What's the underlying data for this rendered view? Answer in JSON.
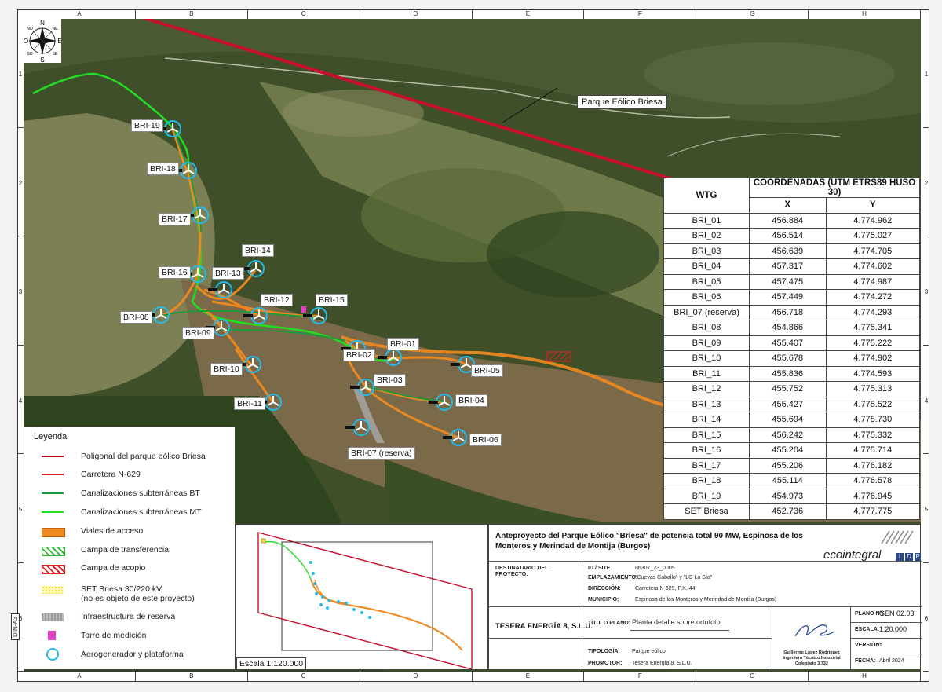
{
  "ruler": {
    "columns": [
      "A",
      "B",
      "C",
      "D",
      "E",
      "F",
      "G",
      "H"
    ],
    "rows": [
      "1",
      "2",
      "3",
      "4",
      "5",
      "6"
    ]
  },
  "sheet_format": "DIN-A3",
  "compass": {
    "north": "N",
    "south": "S",
    "east": "E",
    "west": "O",
    "ne": "NE",
    "no": "NO",
    "se": "SE",
    "so": "SO"
  },
  "map": {
    "park_label": "Parque Eólico Briesa",
    "turbines": [
      "BRI-19",
      "BRI-18",
      "BRI-17",
      "BRI-16",
      "BRI-13",
      "BRI-14",
      "BRI-12",
      "BRI-15",
      "BRI-08",
      "BRI-09",
      "BRI-02",
      "BRI-01",
      "BRI-05",
      "BRI-10",
      "BRI-03",
      "BRI-04",
      "BRI-11",
      "BRI-06",
      "BRI-07 (reserva)"
    ]
  },
  "table": {
    "col_wtg": "WTG",
    "col_coords": "COORDENADAS (UTM ETRS89 HUSO 30)",
    "col_x": "X",
    "col_y": "Y",
    "rows": [
      [
        "BRI_01",
        "456.884",
        "4.774.962"
      ],
      [
        "BRI_02",
        "456.514",
        "4.775.027"
      ],
      [
        "BRI_03",
        "456.639",
        "4.774.705"
      ],
      [
        "BRI_04",
        "457.317",
        "4.774.602"
      ],
      [
        "BRI_05",
        "457.475",
        "4.774.987"
      ],
      [
        "BRI_06",
        "457.449",
        "4.774.272"
      ],
      [
        "BRI_07 (reserva)",
        "456.718",
        "4.774.293"
      ],
      [
        "BRI_08",
        "454.866",
        "4.775.341"
      ],
      [
        "BRI_09",
        "455.407",
        "4.775.222"
      ],
      [
        "BRI_10",
        "455.678",
        "4.774.902"
      ],
      [
        "BRI_11",
        "455.836",
        "4.774.593"
      ],
      [
        "BRI_12",
        "455.752",
        "4.775.313"
      ],
      [
        "BRI_13",
        "455.427",
        "4.775.522"
      ],
      [
        "BRI_14",
        "455.694",
        "4.775.730"
      ],
      [
        "BRI_15",
        "456.242",
        "4.775.332"
      ],
      [
        "BRI_16",
        "455.204",
        "4.775.714"
      ],
      [
        "BRI_17",
        "455.206",
        "4.776.182"
      ],
      [
        "BRI_18",
        "455.114",
        "4.776.578"
      ],
      [
        "BRI_19",
        "454.973",
        "4.776.945"
      ],
      [
        "SET Briesa",
        "452.736",
        "4.777.775"
      ]
    ]
  },
  "legend": {
    "title": "Leyenda",
    "items": [
      {
        "label": "Poligonal del parque eólico Briesa",
        "color": "#c8102e",
        "kind": "line"
      },
      {
        "label": "Carretera N-629",
        "color": "#e02020",
        "kind": "line"
      },
      {
        "label": "Canalizaciones subterráneas BT",
        "color": "#1a9a3a",
        "kind": "line"
      },
      {
        "label": "Canalizaciones subterráneas MT",
        "color": "#22dd22",
        "kind": "line"
      },
      {
        "label": "Viales de acceso",
        "color": "#f08a20",
        "kind": "fill"
      },
      {
        "label": "Campa de transferencia",
        "color": "#33bb33",
        "kind": "hatch"
      },
      {
        "label": "Campa de acopio",
        "color": "#dd2222",
        "kind": "hatch"
      },
      {
        "label": "SET Briesa 30/220 kV",
        "label2": "(no es objeto de este proyecto)",
        "color": "#f0e040",
        "kind": "dots"
      },
      {
        "label": "Infraestructura de reserva",
        "color": "#999999",
        "kind": "grey"
      },
      {
        "label": "Torre de medición",
        "color": "#e040c0",
        "kind": "tower"
      },
      {
        "label": "Aerogenerador y plataforma",
        "color": "#22bbee",
        "kind": "turbine"
      }
    ]
  },
  "overview": {
    "scale": "Escala 1:120.000"
  },
  "title_block": {
    "title": "Anteproyecto del Parque Eólico \"Briesa\" de potencia total 90 MW, Espinosa de los Monteros y Merindad de Montija (Burgos)",
    "logo": "ecointegral",
    "logo_boxes": [
      "I",
      "D",
      "P"
    ],
    "destinatario_label": "DESTINATARIO DEL PROYECTO:",
    "destinatario": "TESERA ENERGÍA 8, S.L.U.",
    "id_label": "ID / SITE",
    "id_value": "86307_23_0005",
    "emplazamiento_label": "EMPLAZAMIENTO:",
    "emplazamiento": "\"Cuevas Caballo\" y \"LG La Sía\"",
    "direccion_label": "DIRECCIÓN:",
    "direccion": "Carretera N-629, P.K. 44",
    "municipio_label": "MUNICIPIO:",
    "municipio": "Espinosa de los Monteros y Merindad de Montija (Burgos)",
    "titulo_plano_label": "TÍTULO PLANO:",
    "titulo_plano": "Planta detalle sobre ortofoto",
    "tipologia_label": "TIPOLOGÍA:",
    "tipologia": "Parque eólico",
    "promotor_label": "PROMOTOR:",
    "promotor": "Tesera Energía 8, S.L.U.",
    "plano_label": "PLANO Nº:",
    "plano": "GEN 02.03",
    "escala_label": "ESCALA:",
    "escala": "1:20.000",
    "version_label": "VERSIÓN:",
    "version": "1",
    "fecha_label": "FECHA:",
    "fecha": "Abril 2024",
    "signer1": "Guillermo López Rodríguez",
    "signer2": "Ingeniero Técnico Industrial",
    "signer3": "Colegiado 3.732"
  }
}
